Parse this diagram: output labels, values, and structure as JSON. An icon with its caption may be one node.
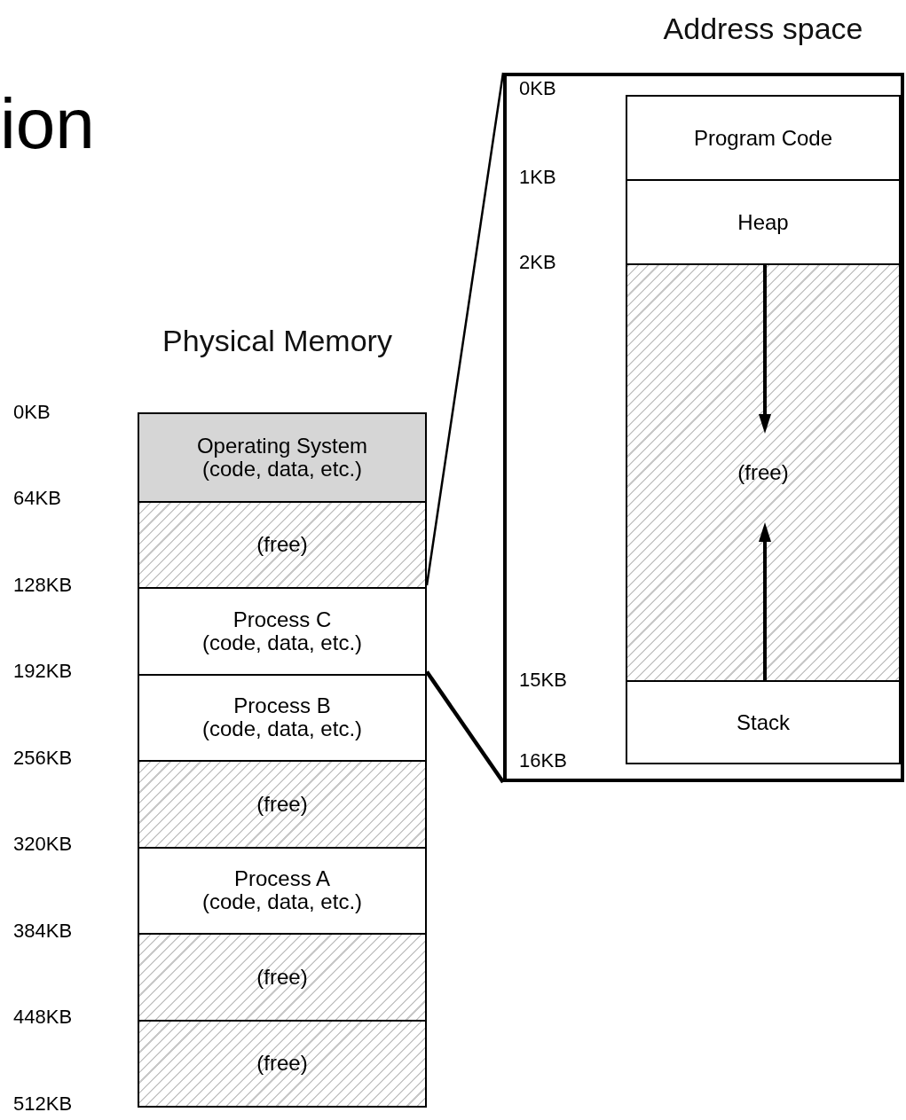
{
  "diagram": {
    "nodes": [
      {
        "text": [
          "Physical Memory"
        ]
      },
      {
        "text": [
          "Operating System",
          "(code, data, etc.)"
        ],
        "in": 0
      },
      {
        "text": [
          "(free)"
        ],
        "in": 0
      },
      {
        "text": [
          "Process C",
          "(code, data, etc.)"
        ],
        "in": 0
      },
      {
        "text": [
          "Process B",
          "(code, data, etc.)"
        ],
        "in": 0
      },
      {
        "text": [
          "(free)"
        ],
        "in": 0
      },
      {
        "text": [
          "Process A",
          "(code, data, etc.)"
        ],
        "in": 0
      },
      {
        "text": [
          "(free)"
        ],
        "in": 0
      },
      {
        "text": [
          "(free)"
        ],
        "in": 0
      },
      {
        "text": [
          "Address space"
        ]
      },
      {
        "text": [
          "Program Code"
        ],
        "in": 9
      },
      {
        "text": [
          "Heap"
        ],
        "in": 9
      },
      {
        "text": [
          "(free)"
        ],
        "in": 9
      },
      {
        "text": [
          "Stack"
        ],
        "in": 9
      }
    ],
    "edges": [
      {
        "from": 3,
        "to": 9,
        "arrow": "none"
      },
      {
        "from": 3,
        "to": 9,
        "arrow": "none",
        "style": "thick"
      }
    ],
    "labels": [
      "ion",
      "0KB",
      "1KB",
      "2KB",
      "0KB",
      "64KB",
      "128KB",
      "15KB",
      "192KB",
      "16KB",
      "256KB",
      "320KB",
      "384KB",
      "448KB",
      "512KB"
    ]
  }
}
